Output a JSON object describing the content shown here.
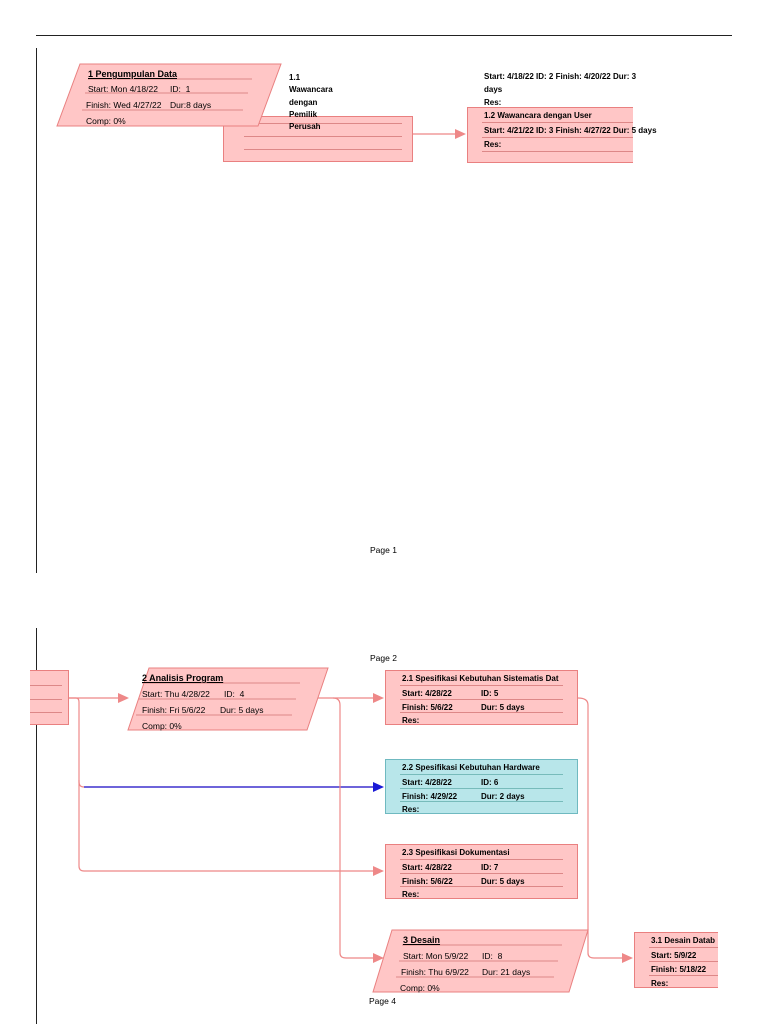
{
  "page1": {
    "task1": {
      "title": "1 Pengumpulan Data",
      "start_label": "Start:",
      "start": "Mon 4/18/22",
      "id_label": "ID:",
      "id": "1",
      "finish_label": "Finish:",
      "finish": "Wed 4/27/22",
      "dur_label": "Dur:",
      "dur": "8 days",
      "comp": "Comp: 0%"
    },
    "task1_1": {
      "title_lines": [
        "1.1",
        "Wawancara",
        "dengan",
        "Pemilik",
        "Perusah"
      ]
    },
    "task1_2_above": {
      "line1": "Start:  4/18/22 ID:   2 Finish: 4/20/22 Dur: 3",
      "line2": "days",
      "line3": "Res:"
    },
    "task1_2": {
      "title": "1.2 Wawancara dengan User",
      "line": "Start:  4/21/22 ID:   3 Finish: 4/27/22 Dur: 5 days",
      "res": "Res:"
    },
    "page_label": "Page 1"
  },
  "page2": {
    "page_label_top": "Page 2",
    "page_label_bottom": "Page 4",
    "task2": {
      "title": "2 Analisis Program",
      "start_label": "Start:",
      "start": "Thu 4/28/22",
      "id_label": "ID:",
      "id": "4",
      "finish_label": "Finish:",
      "finish": "Fri 5/6/22",
      "dur_label": "Dur:",
      "dur": "5 days",
      "comp": "Comp: 0%"
    },
    "task2_1": {
      "title": "2.1 Spesifikasi Kebutuhan Sistematis Dat",
      "start": "Start:  4/28/22",
      "id": "ID:   5",
      "finish": "Finish: 5/6/22",
      "dur": "Dur: 5 days",
      "res": "Res:"
    },
    "task2_2": {
      "title": "2.2 Spesifikasi Kebutuhan Hardware",
      "start": "Start:  4/28/22",
      "id": "ID:   6",
      "finish": "Finish: 4/29/22",
      "dur": "Dur:  2 days",
      "res": "Res:"
    },
    "task2_3": {
      "title": "2.3 Spesifikasi Dokumentasi",
      "start": "Start:  4/28/22",
      "id": "ID:   7",
      "finish": "Finish: 5/6/22",
      "dur": "Dur: 5 days",
      "res": "Res:"
    },
    "task3": {
      "title": "3 Desain",
      "start_label": "Start:",
      "start": "Mon 5/9/22",
      "id_label": "ID:",
      "id": "8",
      "finish_label": "Finish:",
      "finish": "Thu 6/9/22",
      "dur_label": "Dur:",
      "dur": "21 days",
      "comp": "Comp: 0%"
    },
    "task3_1": {
      "title": "3.1 Desain Datab",
      "start": "Start:  5/9/22",
      "finish": "Finish: 5/18/22",
      "res": "Res:"
    }
  },
  "colors": {
    "pink_fill": "#ffc6c6",
    "pink_border": "#e98080",
    "cyan_fill": "#b8e6ea",
    "blue_link": "#1a1ad6",
    "pink_link": "#ee8888"
  }
}
